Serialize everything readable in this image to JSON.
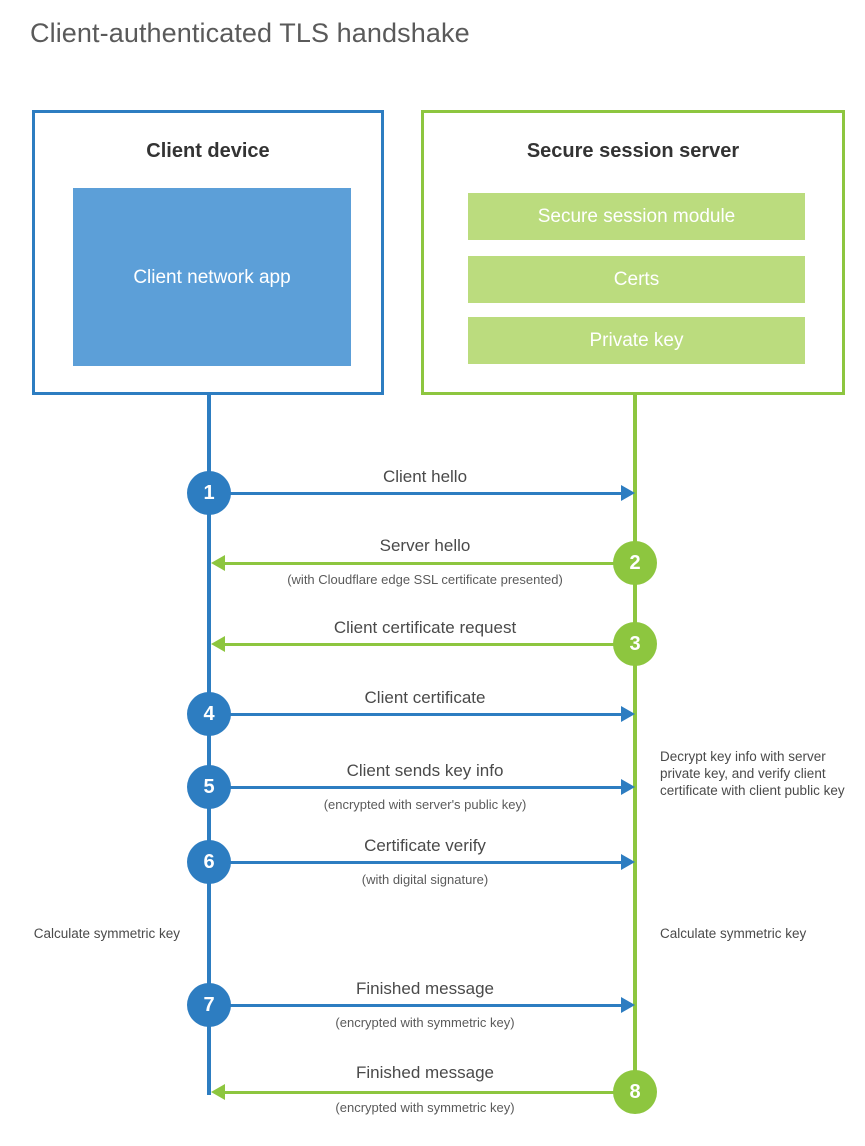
{
  "title": "Client-authenticated TLS handshake",
  "colors": {
    "client_accent": "#2d7dc1",
    "client_fill": "#5c9fd8",
    "server_accent": "#8dc63f",
    "server_fill": "#bbdc7e",
    "text": "#4a4a4a",
    "background": "#ffffff"
  },
  "client": {
    "title": "Client device",
    "component": "Client network app"
  },
  "server": {
    "title": "Secure session server",
    "components": [
      "Secure session module",
      "Certs",
      "Private key"
    ]
  },
  "steps": [
    {
      "number": "1",
      "label": "Client hello",
      "sublabel": "",
      "direction": "client-to-server"
    },
    {
      "number": "2",
      "label": "Server hello",
      "sublabel": "(with Cloudflare edge SSL certificate presented)",
      "direction": "server-to-client"
    },
    {
      "number": "3",
      "label": "Client certificate request",
      "sublabel": "",
      "direction": "server-to-client"
    },
    {
      "number": "4",
      "label": "Client certificate",
      "sublabel": "",
      "direction": "client-to-server"
    },
    {
      "number": "5",
      "label": "Client sends key info",
      "sublabel": "(encrypted with server's public key)",
      "direction": "client-to-server"
    },
    {
      "number": "6",
      "label": "Certificate verify",
      "sublabel": "(with digital signature)",
      "direction": "client-to-server"
    },
    {
      "number": "7",
      "label": "Finished message",
      "sublabel": "(encrypted with symmetric key)",
      "direction": "client-to-server"
    },
    {
      "number": "8",
      "label": "Finished message",
      "sublabel": "(encrypted with symmetric key)",
      "direction": "server-to-client"
    }
  ],
  "notes": {
    "server_decrypt": "Decrypt key info with server private key, and verify client certificate with client public key",
    "client_calculate": "Calculate symmetric key",
    "server_calculate": "Calculate symmetric key"
  }
}
